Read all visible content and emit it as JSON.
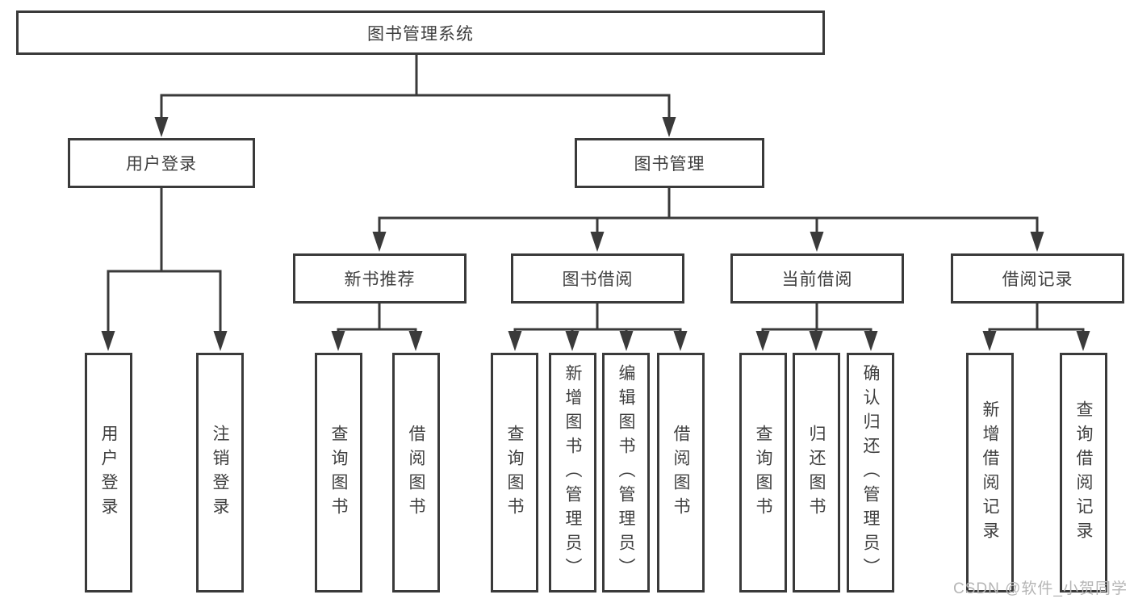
{
  "tree": {
    "label": "图书管理系统",
    "children": [
      {
        "label": "用户登录",
        "children": [
          {
            "label": "用户登录"
          },
          {
            "label": "注销登录"
          }
        ]
      },
      {
        "label": "图书管理",
        "children": [
          {
            "label": "新书推荐",
            "children": [
              {
                "label": "查询图书"
              },
              {
                "label": "借阅图书"
              }
            ]
          },
          {
            "label": "图书借阅",
            "children": [
              {
                "label": "查询图书"
              },
              {
                "label": "新增图书（管理员）"
              },
              {
                "label": "编辑图书（管理员）"
              },
              {
                "label": "借阅图书"
              }
            ]
          },
          {
            "label": "当前借阅",
            "children": [
              {
                "label": "查询图书"
              },
              {
                "label": "归还图书"
              },
              {
                "label": "确认归还（管理员）"
              }
            ]
          },
          {
            "label": "借阅记录",
            "children": [
              {
                "label": "新增借阅记录"
              },
              {
                "label": "查询借阅记录"
              }
            ]
          }
        ]
      }
    ]
  },
  "watermark": {
    "text": "CSDN @软件_小贺同学"
  },
  "colors": {
    "line": "#3a3a3a",
    "text": "#3f3f3f",
    "watermark_text": "#b5b5b5",
    "background": "#ffffff"
  }
}
